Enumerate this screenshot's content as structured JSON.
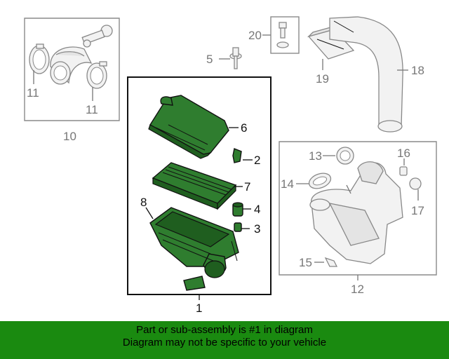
{
  "callouts": {
    "c1": "1",
    "c2": "2",
    "c3": "3",
    "c4": "4",
    "c5": "5",
    "c6": "6",
    "c7": "7",
    "c8": "8",
    "c10": "10",
    "c11a": "11",
    "c11b": "11",
    "c12": "12",
    "c13": "13",
    "c14": "14",
    "c15": "15",
    "c16": "16",
    "c17": "17",
    "c18": "18",
    "c19": "19",
    "c20": "20"
  },
  "footer": {
    "line1": "Part or sub-assembly is #1 in diagram",
    "line2": "Diagram may not be specific to your vehicle"
  },
  "colors": {
    "highlight": "#2f7d2f",
    "banner": "#1a8a10"
  }
}
